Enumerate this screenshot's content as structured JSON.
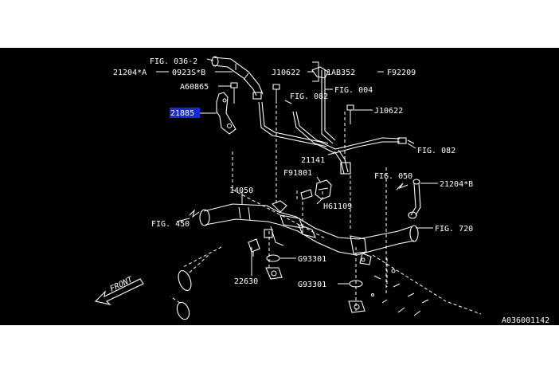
{
  "colors": {
    "background": "#000000",
    "line": "#ffffff",
    "highlight": "#1a2bd6",
    "page": "#ffffff"
  },
  "labels": {
    "fig_036_2": "FIG. 036-2",
    "p21204a": "21204*A",
    "p0923sb": "0923S*B",
    "a60865": "A60865",
    "p21885": "21885",
    "j10622_top": "J10622",
    "p1ab352": "1AB352",
    "f92209": "F92209",
    "fig_004": "FIG. 004",
    "fig_082_a": "FIG. 082",
    "j10622_right": "J10622",
    "fig_082_b": "FIG. 082",
    "p21141": "21141",
    "f91801": "F91801",
    "fig_050": "FIG. 050",
    "p21204b": "21204*B",
    "p14050": "14050",
    "h61109": "H61109",
    "fig_450": "FIG. 450",
    "fig_720": "FIG. 720",
    "g93301_a": "G93301",
    "g93301_b": "G93301",
    "p22630": "22630",
    "front": "FRONT",
    "diagram_id": "A036001142"
  }
}
